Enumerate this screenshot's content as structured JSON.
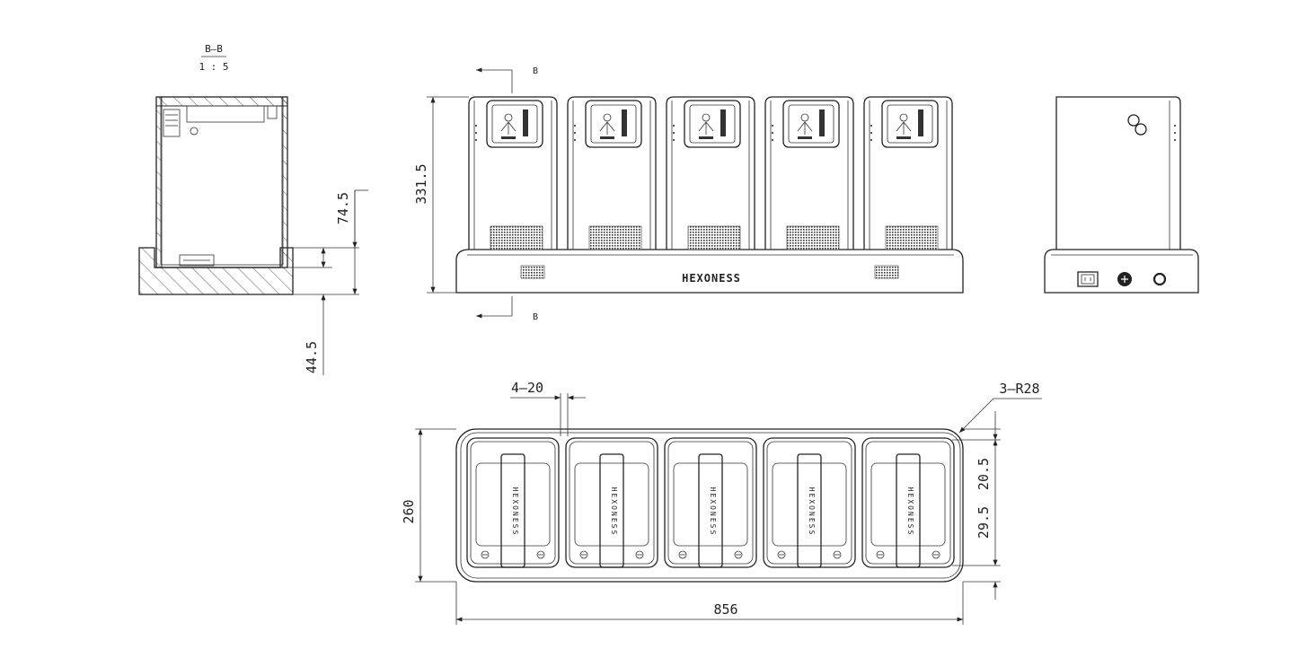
{
  "section_view": {
    "label": "B—B",
    "scale": "1 : 5"
  },
  "section_marker": {
    "top": "B",
    "bottom": "B"
  },
  "dimensions": {
    "height_total": "331.5",
    "upper": "74.5",
    "lower": "44.5",
    "spacing": "4—20",
    "radius": "3—R28",
    "depth": "260",
    "width": "856",
    "offset_a": "20.5",
    "offset_b": "29.5"
  },
  "brand": {
    "logo": "HEXONESS",
    "slot_label": "HEXONESS"
  },
  "bays": 5,
  "colors": {
    "line": "#222222",
    "background": "#ffffff"
  }
}
